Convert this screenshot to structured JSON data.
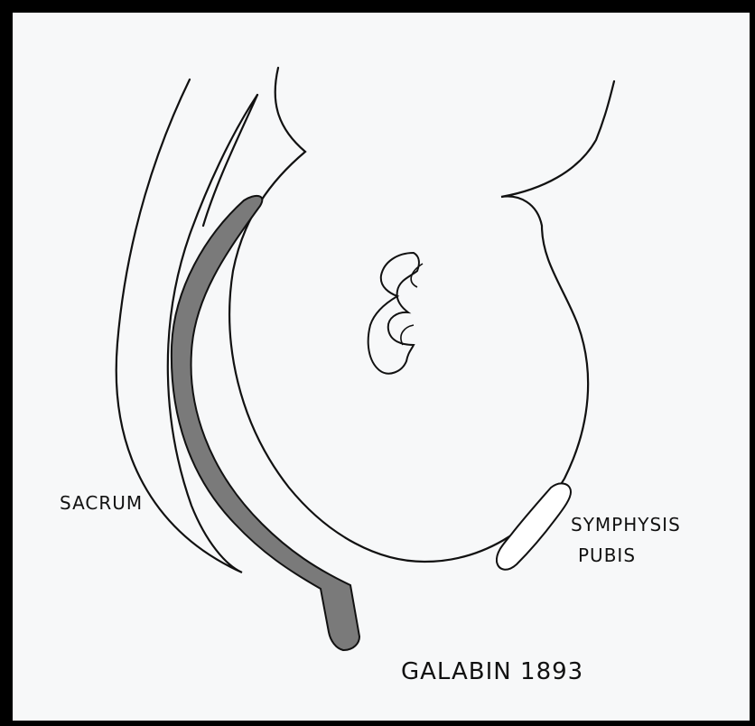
{
  "labels": {
    "sacrum": "SACRUM",
    "symphysis": "SYMPHYSIS",
    "pubis": "PUBIS",
    "caption": "GALABIN 1893"
  },
  "colors": {
    "border": "#000000",
    "background": "#f7f8f9",
    "ink": "#111111",
    "forceps_fill": "#7a7a7a"
  }
}
